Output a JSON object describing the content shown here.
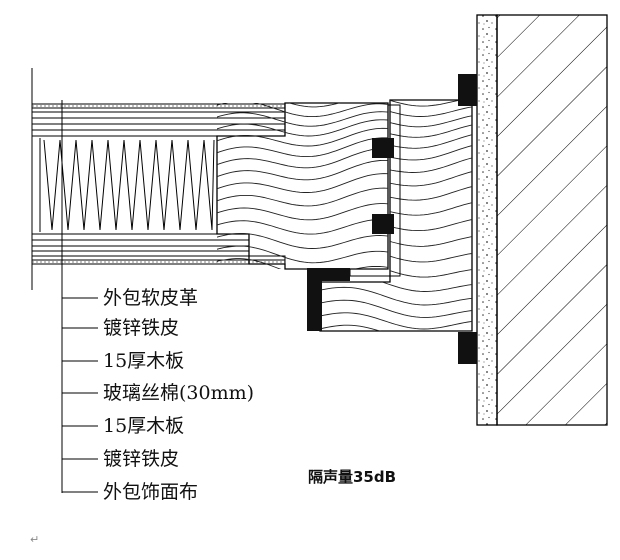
{
  "labels": [
    "外包软皮革",
    "镀锌铁皮",
    "15厚木板",
    "玻璃丝棉(30mm)",
    "15厚木板",
    "镀锌铁皮",
    "外包饰面布"
  ],
  "note": "隔声量35dB",
  "paragraph_mark": "↵"
}
